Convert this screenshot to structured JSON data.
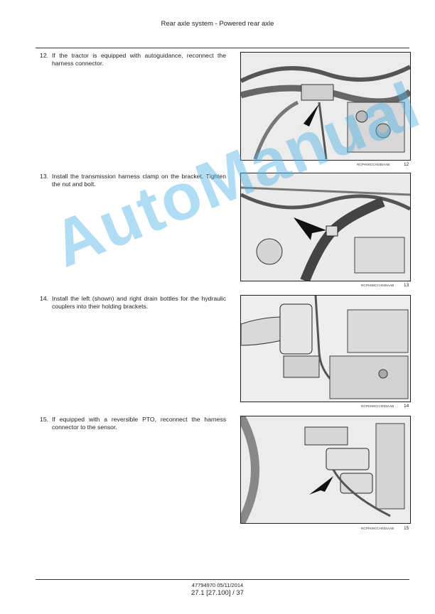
{
  "header": {
    "title": "Rear axle system - Powered rear axle"
  },
  "steps": [
    {
      "number": "12.",
      "text": "If the tractor is equipped with autoguidance, reconnect the harness connector.",
      "figure_code": "RCPH08CCH035AAB",
      "figure_number": "12"
    },
    {
      "number": "13.",
      "text": "Install the transmission harness clamp on the bracket. Tighten the nut and bolt.",
      "figure_code": "RCPH08CCH036AAB",
      "figure_number": "13"
    },
    {
      "number": "14.",
      "text": "Install the left (shown) and right drain bottles for the hydraulic couplers into their holding brackets.",
      "figure_code": "RCPH08CCH033AAB",
      "figure_number": "14"
    },
    {
      "number": "15.",
      "text": "If equipped with a reversible PTO, reconnect the harness connector to the sensor.",
      "figure_code": "RCPH08CCH034AAB",
      "figure_number": "15"
    }
  ],
  "watermark": {
    "text": "AutoManual",
    "color": "#50b4e6"
  },
  "footer": {
    "doc_ref": "47794970 05/11/2014",
    "page_ref": "27.1 [27.100] / 37"
  }
}
